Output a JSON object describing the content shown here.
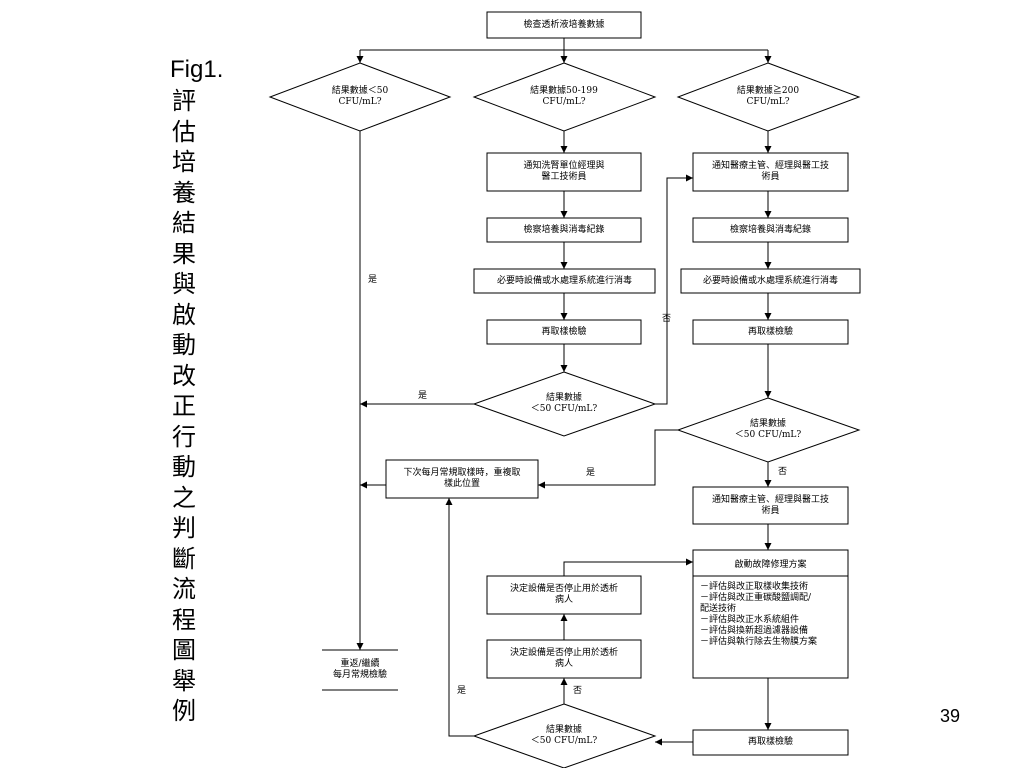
{
  "fig_label": "Fig1.",
  "title": "評估培養結果與啟動改正行動之判斷流程圖舉例",
  "page_number": "39",
  "nodes": {
    "start": "檢查透析液培養數據",
    "d1": "結果數據＜50\nCFU/mL?",
    "d2": "結果數據50-199\nCFU/mL?",
    "d3": "結果數據≧200\nCFU/mL?",
    "m1": "通知洗腎單位經理與\n醫工技術員",
    "m2": "檢察培養與消毒紀錄",
    "m3": "必要時設備或水處理系統進行消毒",
    "m4": "再取樣檢驗",
    "d4": "結果數據\n＜50 CFU/mL?",
    "r1": "通知醫療主管、經理與醫工技\n術員",
    "r2": "檢察培養與消毒紀錄",
    "r3": "必要時設備或水處理系統進行消毒",
    "r4": "再取樣檢驗",
    "d5": "結果數據\n＜50 CFU/mL?",
    "next": "下次每月常規取樣時，重複取\n樣此位置",
    "r5": "通知醫療主管、經理與醫工技\n術員",
    "plan_title": "啟動故障修理方案",
    "plan_items": [
      "－評估與改正取樣收集技術",
      "－評估與改正重碳酸鹽調配/\n  配送技術",
      "－評估與改正水系統組件",
      "－評估與換新超過濾器設備",
      "－評估與執行除去生物膜方案"
    ],
    "b1": "決定設備是否停止用於透析\n病人",
    "b2": "決定設備是否停止用於透析\n病人",
    "d6": "結果數據\n＜50 CFU/mL?",
    "r6": "再取樣檢驗",
    "cont": "重返/繼續\n每月常規檢驗"
  },
  "labels": {
    "yes1": "是",
    "yes2": "是",
    "yes3": "是",
    "yes4": "是",
    "no1": "否",
    "no2": "否",
    "no3": "否"
  }
}
